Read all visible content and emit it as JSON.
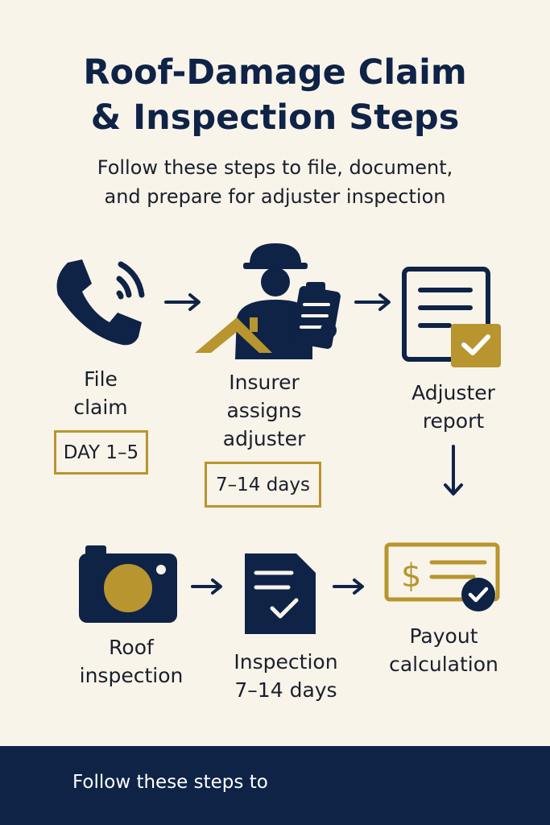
{
  "title": "Roof-Damage Claim\n& Inspection Steps",
  "subtitle": "Follow these steps to file, document,\nand prepare for adjuster inspection",
  "colors": {
    "navy": "#0f2347",
    "gold": "#b8952e",
    "background": "#f8f4ea"
  },
  "steps": [
    {
      "icon": "phone-icon",
      "label": "File\nclaim",
      "badge": "DAY 1–5"
    },
    {
      "icon": "adjuster-clipboard-icon",
      "label": "Insurer\nassigns\nadjuster",
      "badge": "7–14 days"
    },
    {
      "icon": "report-check-icon",
      "label": "Adjuster\nreport"
    },
    {
      "icon": "camera-icon",
      "label": "Roof\ninspection"
    },
    {
      "icon": "document-check-icon",
      "label": "Inspection\n7–14 days"
    },
    {
      "icon": "check-payment-icon",
      "label": "Payout\ncalculation"
    }
  ],
  "footer": {
    "text": "Follow these steps to"
  }
}
